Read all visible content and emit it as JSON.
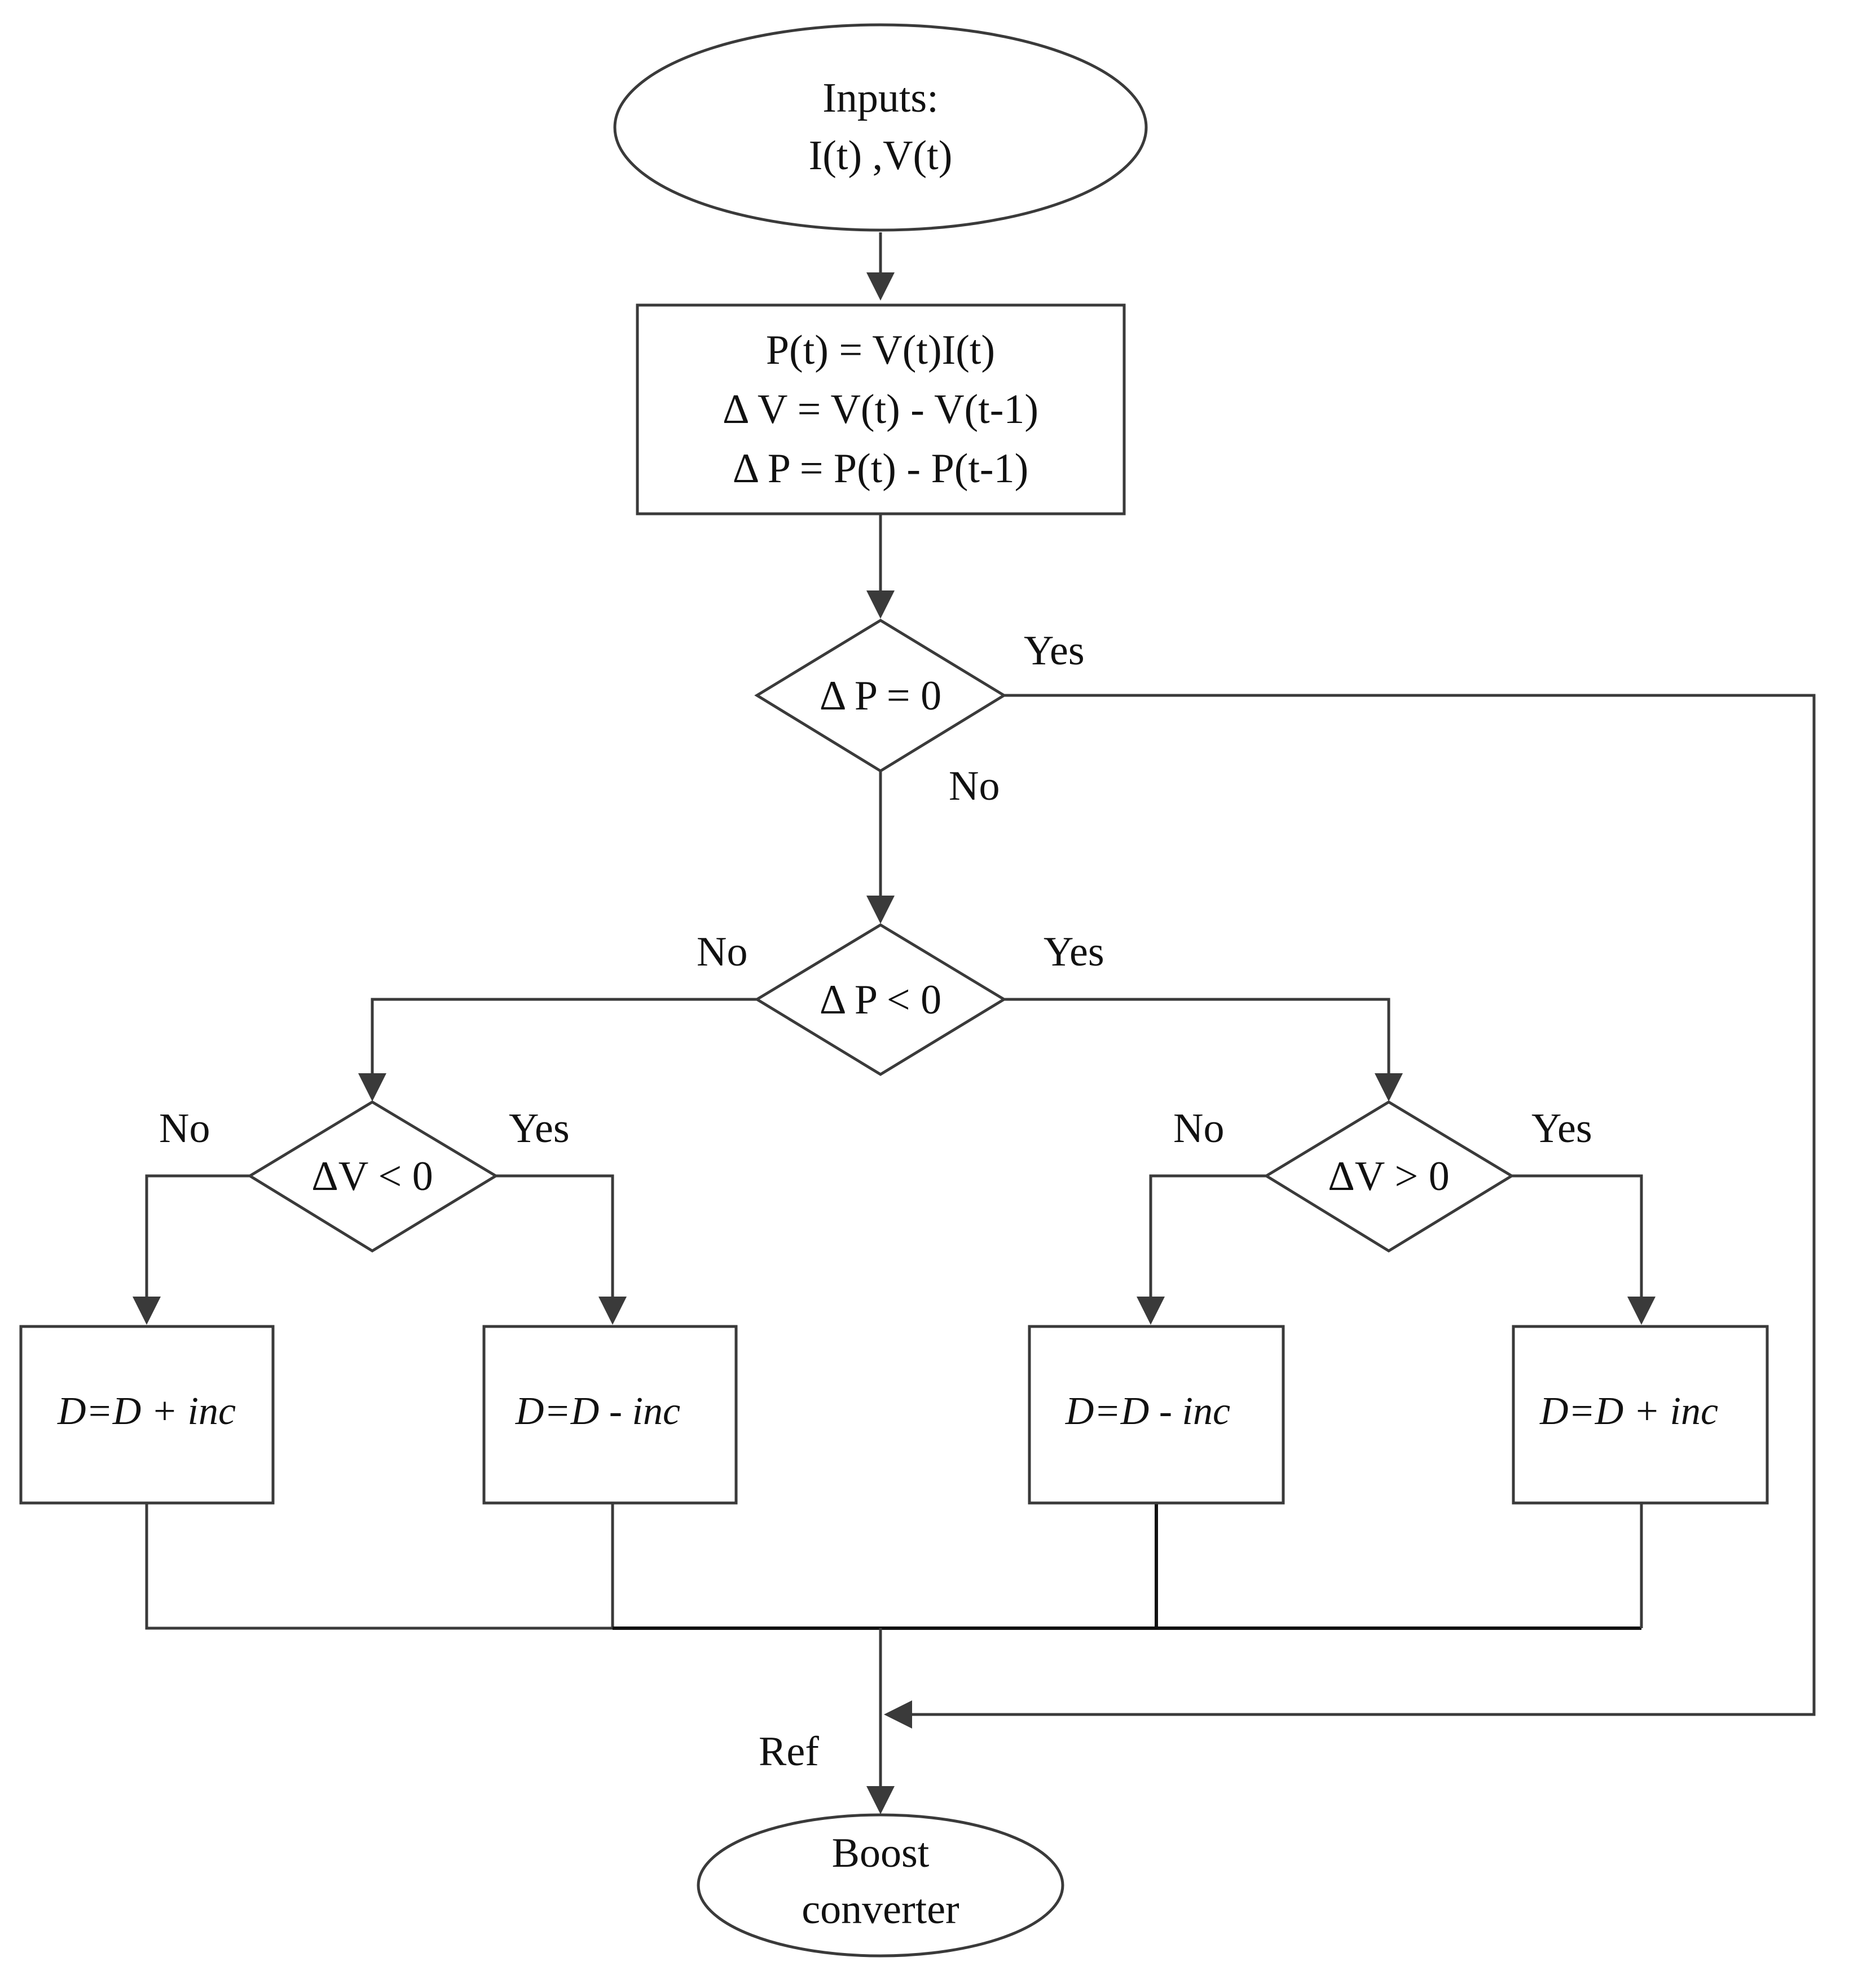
{
  "start": {
    "line1": "Inputs:",
    "line2": "I(t) ,V(t)"
  },
  "compute": {
    "line1": "P(t) = V(t)I(t)",
    "line2": "Δ V = V(t) - V(t-1)",
    "line3": "Δ P = P(t) - P(t-1)"
  },
  "decisions": {
    "dp_zero": "Δ P = 0",
    "dp_neg": "Δ P < 0",
    "dv_neg": "ΔV < 0",
    "dv_pos": "ΔV > 0"
  },
  "branch_labels": {
    "dp_zero_yes": "Yes",
    "dp_zero_no": "No",
    "dp_neg_no": "No",
    "dp_neg_yes": "Yes",
    "dv_neg_no": "No",
    "dv_neg_yes": "Yes",
    "dv_pos_no": "No",
    "dv_pos_yes": "Yes"
  },
  "actions": {
    "a1": "D=D + inc",
    "a2": "D=D - inc",
    "a3": "D=D - inc",
    "a4": "D=D + inc"
  },
  "ref_label": "Ref",
  "end": {
    "line1": "Boost",
    "line2": "converter"
  }
}
